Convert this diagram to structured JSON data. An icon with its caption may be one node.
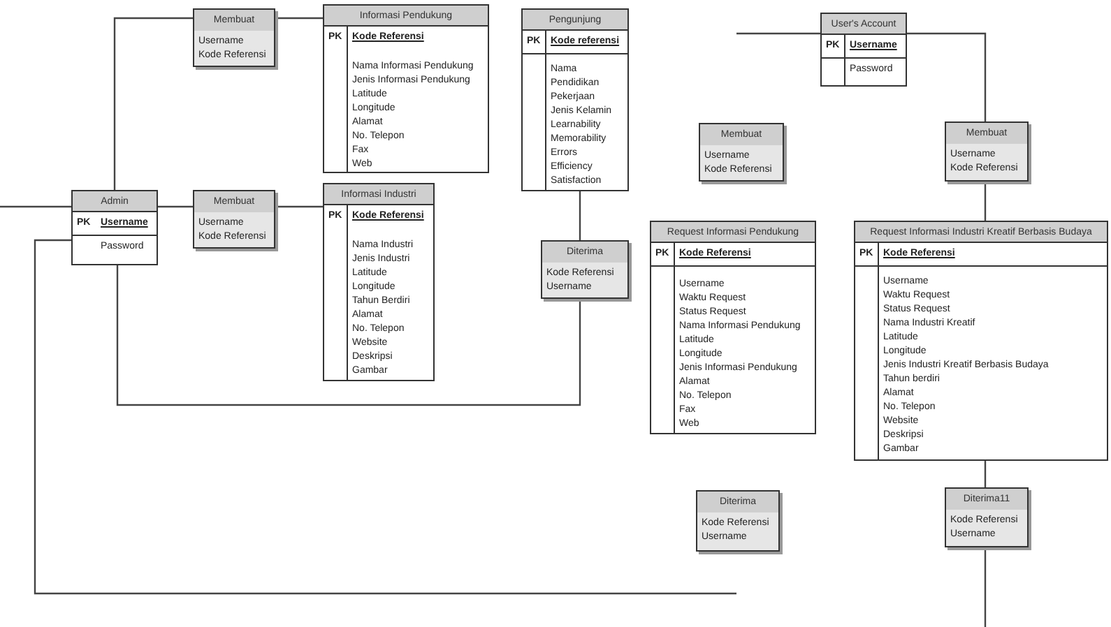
{
  "diagram": {
    "nodes": [
      {
        "text": [
          "Membuat",
          "Username",
          "Kode Referensi"
        ]
      },
      {
        "text": [
          "Informasi Pendukung",
          "PK",
          "Kode Referensi",
          "Nama Informasi Pendukung",
          "Jenis Informasi Pendukung",
          "Latitude",
          "Longitude",
          "Alamat",
          "No. Telepon",
          "Fax",
          "Web"
        ]
      },
      {
        "text": [
          "Pengunjung",
          "PK",
          "Kode referensi",
          "Nama",
          "Pendidikan",
          "Pekerjaan",
          "Jenis Kelamin",
          "Learnability",
          "Memorability",
          "Errors",
          "Efficiency",
          "Satisfaction"
        ]
      },
      {
        "text": [
          "User's Account",
          "PK",
          "Username",
          "Password"
        ]
      },
      {
        "text": [
          "Admin",
          "PK",
          "Username",
          "Password"
        ]
      },
      {
        "text": [
          "Membuat",
          "Username",
          "Kode Referensi"
        ]
      },
      {
        "text": [
          "Informasi Industri",
          "PK",
          "Kode Referensi",
          "Nama Industri",
          "Jenis Industri",
          "Latitude",
          "Longitude",
          "Tahun Berdiri",
          "Alamat",
          "No. Telepon",
          "Website",
          "Deskripsi",
          "Gambar"
        ]
      },
      {
        "text": [
          "Membuat",
          "Username",
          "Kode Referensi"
        ]
      },
      {
        "text": [
          "Membuat",
          "Username",
          "Kode Referensi"
        ]
      },
      {
        "text": [
          "Diterima",
          "Kode Referensi",
          "Username"
        ]
      },
      {
        "text": [
          "Request Informasi Pendukung",
          "PK",
          "Kode Referensi",
          "Username",
          "Waktu Request",
          "Status Request",
          "Nama Informasi Pendukung",
          "Latitude",
          "Longitude",
          "Jenis Informasi Pendukung",
          "Alamat",
          "No. Telepon",
          "Fax",
          "Web"
        ]
      },
      {
        "text": [
          "Request Informasi Industri Kreatif Berbasis Budaya",
          "PK",
          "Kode Referensi",
          "Username",
          "Waktu Request",
          "Status Request",
          "Nama Industri Kreatif",
          "Latitude",
          "Longitude",
          "Jenis Industri Kreatif Berbasis Budaya",
          "Tahun berdiri",
          "Alamat",
          "No. Telepon",
          "Website",
          "Deskripsi",
          "Gambar"
        ]
      },
      {
        "text": [
          "Diterima",
          "Kode Referensi",
          "Username"
        ]
      },
      {
        "text": [
          "Diterima11",
          "Kode Referensi",
          "Username"
        ]
      }
    ],
    "edges": [
      {
        "from": 4,
        "to": 0,
        "arrow": "none"
      },
      {
        "from": 0,
        "to": 1,
        "arrow": "none"
      },
      {
        "from": null,
        "to": 4,
        "arrow": "none"
      },
      {
        "from": 4,
        "to": 5,
        "arrow": "none"
      },
      {
        "from": 5,
        "to": 6,
        "arrow": "none"
      },
      {
        "from": 4,
        "to": null,
        "arrow": "none"
      },
      {
        "from": 4,
        "to": 9,
        "arrow": "none"
      },
      {
        "from": 2,
        "to": 9,
        "arrow": "none"
      },
      {
        "from": null,
        "to": 3,
        "arrow": "none"
      },
      {
        "from": 3,
        "to": 8,
        "arrow": "none"
      },
      {
        "from": 8,
        "to": 11,
        "arrow": "none"
      },
      {
        "from": 11,
        "to": 13,
        "arrow": "none"
      },
      {
        "from": 13,
        "to": null,
        "arrow": "none"
      }
    ]
  }
}
